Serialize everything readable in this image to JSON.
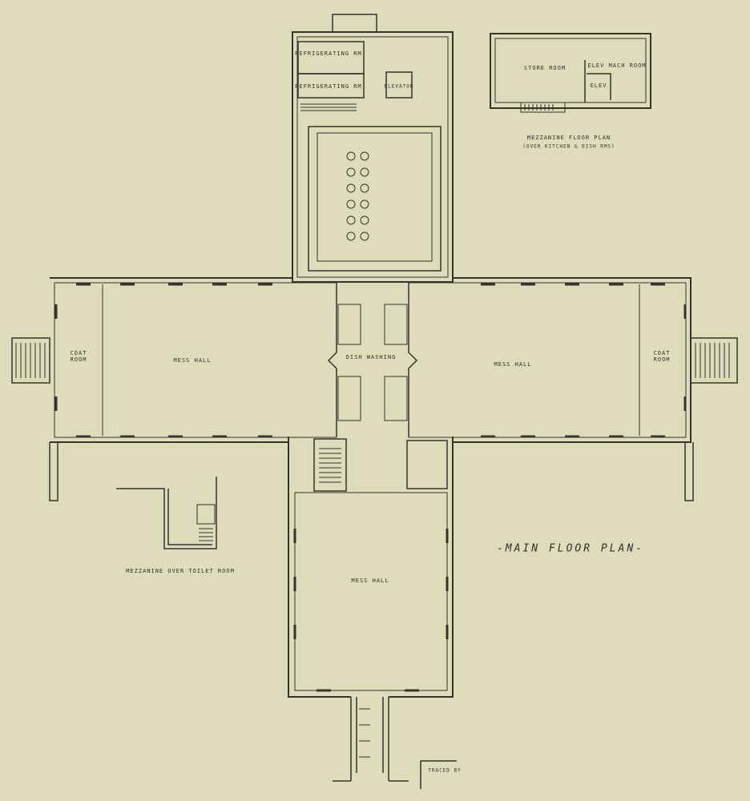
{
  "kitchen": {
    "refrigerating_1": "Refrigerating Rm",
    "refrigerating_2": "Refrigerating Rm",
    "elevator": "Elevator"
  },
  "mezzanine": {
    "store_room": "Store Room",
    "elev_mach_room": "Elev Mach Room",
    "elev": "Elev",
    "title": "Mezzanine Floor Plan",
    "subtitle": "(Over Kitchen & Dish Rms)"
  },
  "main": {
    "mess_hall_west": "Mess Hall",
    "mess_hall_east": "Mess Hall",
    "mess_hall_south": "Mess Hall",
    "coat_room_west": "Coat Room",
    "coat_room_east": "Coat Room",
    "dish_washing": "Dish Washing",
    "toilet_mezz": "Mezzanine Over Toilet Room",
    "title": "-Main Floor Plan-"
  },
  "title_block": {
    "traced": "Traced by"
  },
  "colors": {
    "paper": "#dfdcbb",
    "ink": "#2f2f29"
  }
}
